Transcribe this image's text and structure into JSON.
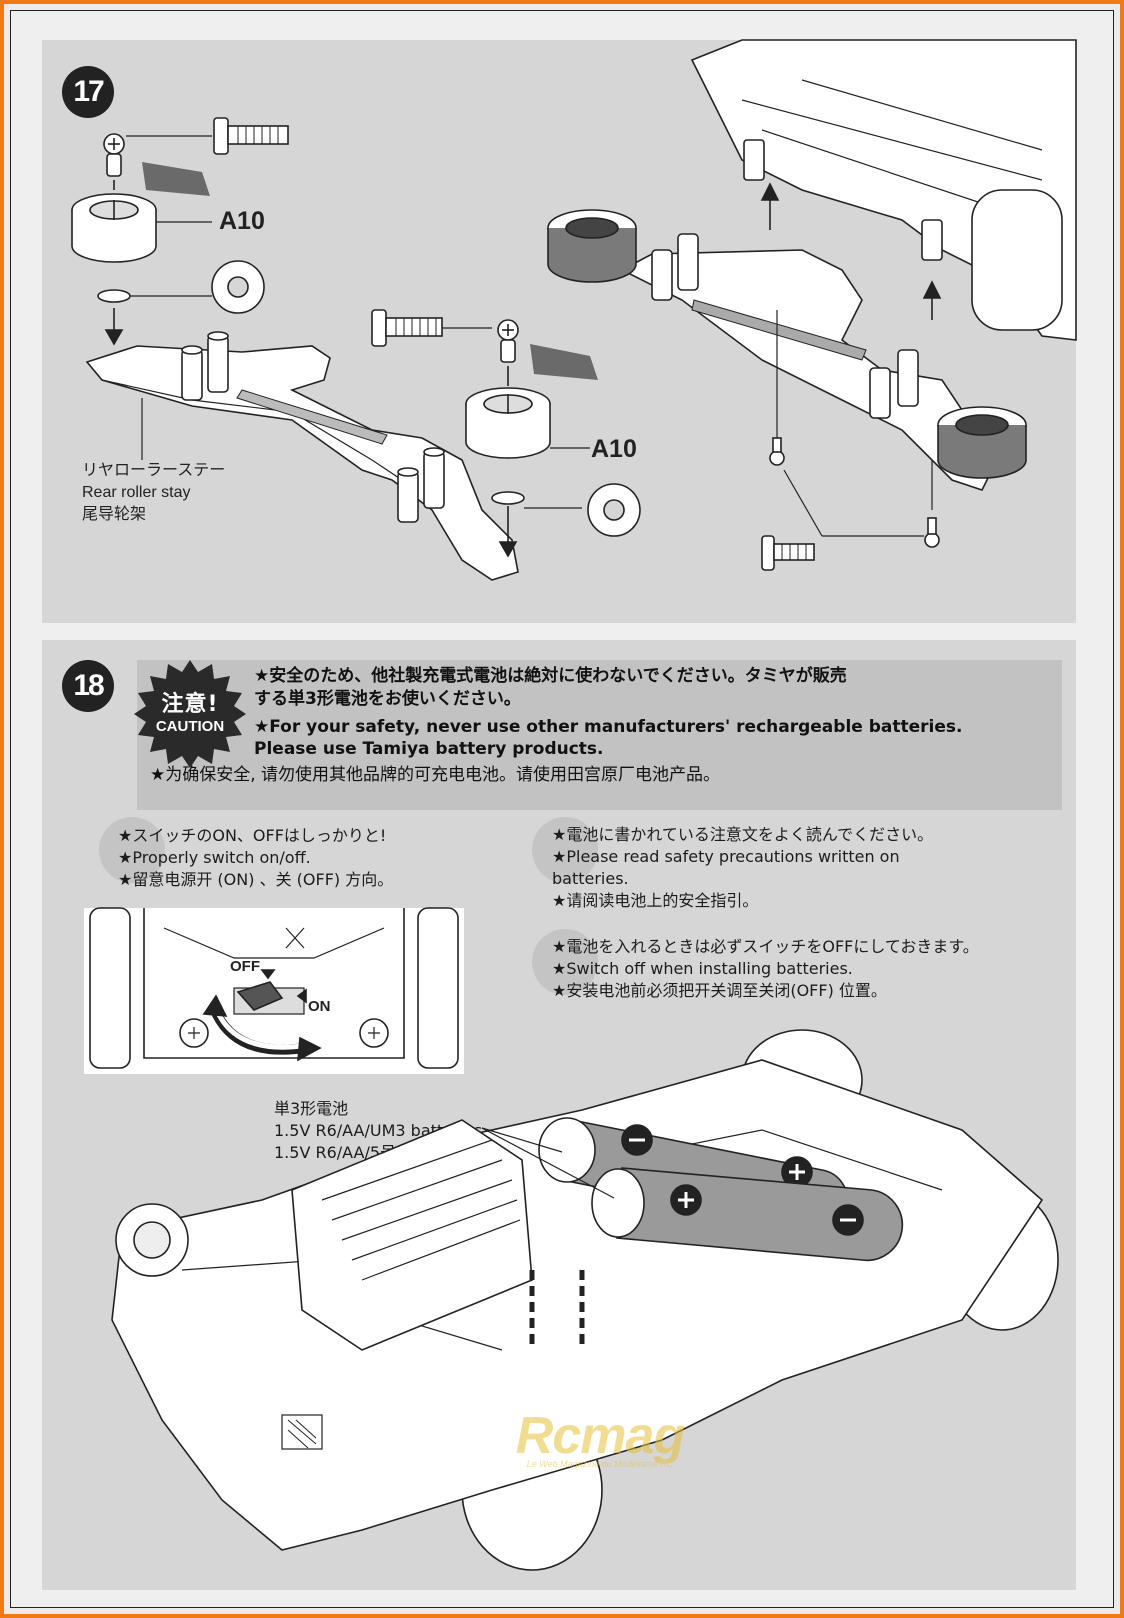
{
  "steps": {
    "step17": {
      "number": "17",
      "part_label_1": "A10",
      "part_label_2": "A10",
      "stay_label": [
        "リヤローラーステー",
        "Rear roller stay",
        "尾导轮架"
      ]
    },
    "step18": {
      "number": "18",
      "caution_badge": {
        "ja": "注意!",
        "en": "CAUTION"
      },
      "caution_lines": [
        "★安全のため、他社製充電式電池は絶対に使わないでください。タミヤが販売",
        "する単3形電池をお使いください。",
        "★For your safety, never use other manufacturers' rechargeable batteries.",
        "Please use Tamiya battery products.",
        "★为确保安全, 请勿使用其他品牌的可充电电池。请使用田宫原厂电池产品。"
      ],
      "switch_notes": [
        "★スイッチのON、OFFはしっかりと!",
        "★Properly switch on/off.",
        "★留意电源开 (ON) 、关 (OFF) 方向。"
      ],
      "switch_off_label": "OFF",
      "switch_on_label": "ON",
      "read_notes": [
        "★電池に書かれている注意文をよく読んでください。",
        "★Please read safety precautions written on",
        "batteries.",
        "★请阅读电池上的安全指引。"
      ],
      "install_notes": [
        "★電池を入れるときは必ずスイッチをOFFにしておきます。",
        "★Switch off when installing batteries.",
        "★安装电池前必须把开关调至关闭(OFF) 位置。"
      ],
      "battery_label": [
        "単3形電池",
        "1.5V R6/AA/UM3 batteries",
        "1.5V R6/AA/5号电池"
      ]
    }
  },
  "watermark": {
    "main": "Rcmag",
    "sub": "Le Web Magazine du Modélisme RC"
  },
  "colors": {
    "border": "#f07a14",
    "panel": "#d6d6d6",
    "caution_box": "#c2c2c2",
    "ink": "#1c1c1c",
    "part_gray": "#9a9a9a"
  }
}
